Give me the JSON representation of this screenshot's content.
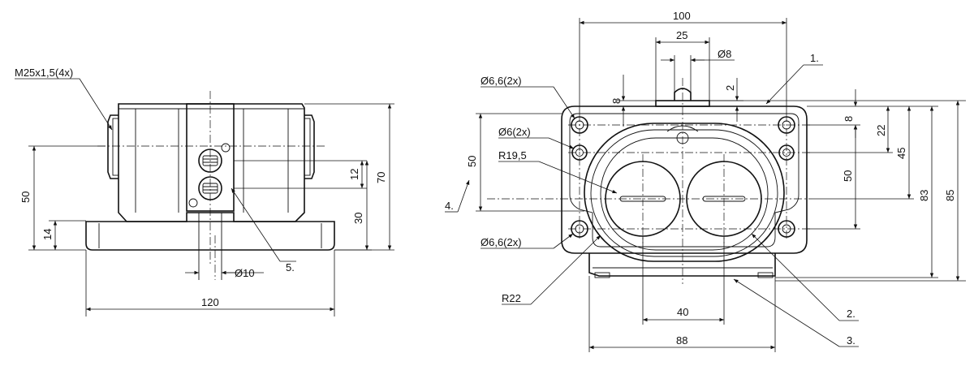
{
  "side_view": {
    "thread_label": "M25x1,5(4x)",
    "dim_50": "50",
    "dim_14": "14",
    "dim_12": "12",
    "dim_70": "70",
    "dim_30": "30",
    "dim_phi10": "Ø10",
    "dim_120": "120",
    "callout_5": "5."
  },
  "front_view": {
    "dim_100": "100",
    "dim_25": "25",
    "dim_phi8": "Ø8",
    "dim_2": "2",
    "dim_8_left": "8",
    "dim_8_right": "8",
    "dim_22": "22",
    "dim_45": "45",
    "dim_50_right": "50",
    "dim_83": "83",
    "dim_85": "85",
    "dim_50_left": "50",
    "hole_top": "Ø6,6(2x)",
    "hole_mid": "Ø6(2x)",
    "radius_small": "R19,5",
    "hole_bottom": "Ø6,6(2x)",
    "radius_large": "R22",
    "dim_40": "40",
    "dim_88": "88",
    "callout_1": "1.",
    "callout_2": "2.",
    "callout_3": "3.",
    "callout_4": "4."
  }
}
